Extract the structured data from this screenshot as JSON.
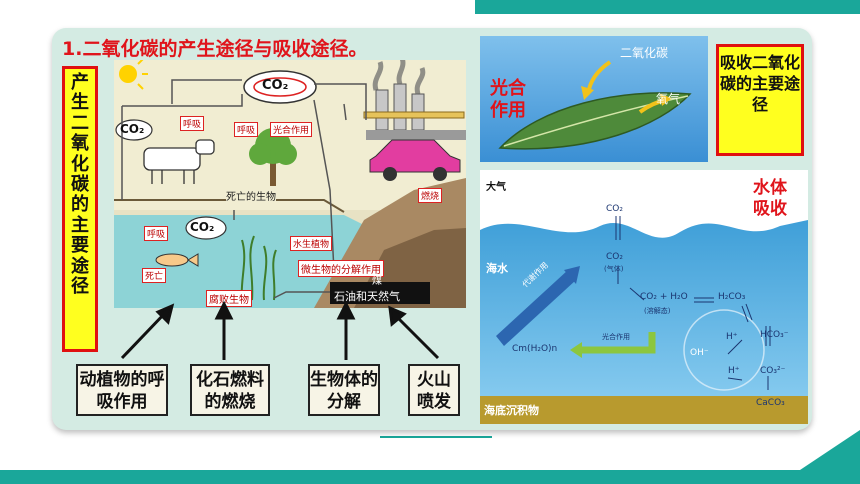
{
  "title": "1.二氧化碳的产生途径与吸收途径。",
  "left_vertical": "产生二氧化碳的主要途径",
  "right_box": "吸收二氧化碳的主要途径",
  "cycle": {
    "co2_top": "CO₂",
    "co2_left": "CO₂",
    "co2_water": "CO₂",
    "respiration_1": "呼吸",
    "respiration_2": "呼吸",
    "photosynthesis": "光合作用",
    "dead_organisms": "死亡的生物",
    "respiration_water": "呼吸",
    "death_water": "死亡",
    "aquatic_plants": "水生植物",
    "microbe_decomp": "微生物的分解作用",
    "decayed": "腐败生物",
    "coal": "煤",
    "oil_gas": "石油和天然气",
    "combustion": "燃烧"
  },
  "bottom_labels": [
    "动植物的呼吸作用",
    "化石燃料的燃烧",
    "生物体的分解",
    "火山喷发"
  ],
  "leaf": {
    "label": "光合作用",
    "co2": "二氧化碳",
    "o2": "氧气"
  },
  "ocean": {
    "title": "水体吸收",
    "atmosphere": "大气",
    "seawater": "海水",
    "sediment": "海底沉积物",
    "co2_air": "CO₂",
    "co2_gas": "CO₂",
    "gas_state": "(气体)",
    "reaction": "CO₂ + H₂O",
    "dissolved": "(溶解态)",
    "h2co3": "H₂CO₃",
    "h_plus_1": "H⁺",
    "h_plus_2": "H⁺",
    "oh_minus": "OH⁻",
    "hco3": "HCO₃⁻",
    "co3": "CO₃²⁻",
    "caco3": "CaCO₃",
    "metabolism": "代谢作用",
    "photosynthesis": "光合作用",
    "organic": "Cm(H₂O)n"
  },
  "colors": {
    "teal": "#1aa79a",
    "title_red": "#e0141b",
    "box_yellow": "#ffff1f",
    "card_bg": "#d4ebe3",
    "ocean_blue": "#3f9fd8",
    "leaf_sky": "#4fa3dd"
  }
}
